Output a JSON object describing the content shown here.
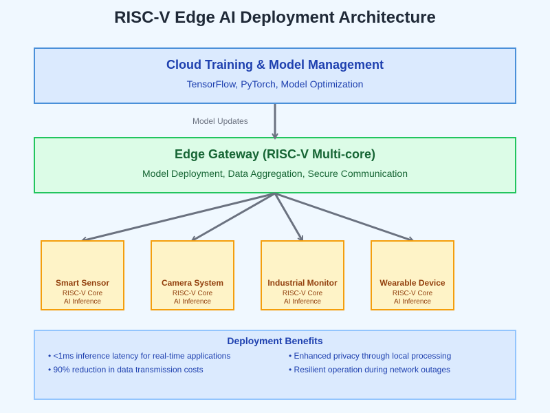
{
  "title": "RISC-V Edge AI Deployment Architecture",
  "cloud": {
    "heading": "Cloud Training & Model Management",
    "subtitle": "TensorFlow, PyTorch, Model Optimization"
  },
  "connector_label": "Model Updates",
  "edge": {
    "heading": "Edge Gateway (RISC-V Multi-core)",
    "subtitle": "Model Deployment, Data Aggregation, Secure Communication"
  },
  "devices": [
    {
      "name": "Smart Sensor",
      "line1": "RISC-V Core",
      "line2": "AI Inference"
    },
    {
      "name": "Camera System",
      "line1": "RISC-V Core",
      "line2": "AI Inference"
    },
    {
      "name": "Industrial Monitor",
      "line1": "RISC-V Core",
      "line2": "AI Inference"
    },
    {
      "name": "Wearable Device",
      "line1": "RISC-V Core",
      "line2": "AI Inference"
    }
  ],
  "benefits": {
    "heading": "Deployment Benefits",
    "items": [
      "• <1ms inference latency for real-time applications",
      "• 90% reduction in data transmission costs",
      "• Enhanced privacy through local processing",
      "• Resilient operation during network outages"
    ]
  },
  "colors": {
    "background": "#f0f8ff",
    "cloud_fill": "#dbeafe",
    "cloud_border": "#4a90d9",
    "edge_fill": "#dcfce7",
    "edge_border": "#22c55e",
    "device_fill": "#fef3c7",
    "device_border": "#f59e0b",
    "arrow": "#6b7280"
  }
}
